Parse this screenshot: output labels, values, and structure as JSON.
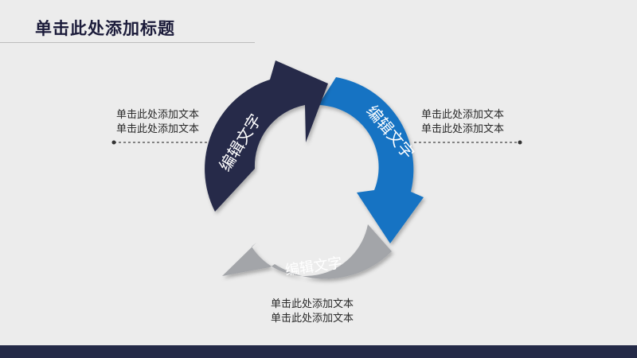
{
  "title": "单击此处添加标题",
  "segments": [
    {
      "label": "编辑文字",
      "color": "#252b48"
    },
    {
      "label": "编辑文字",
      "color": "#1473c3"
    },
    {
      "label": "编辑文字",
      "color": "#a3a5a9"
    }
  ],
  "notes": {
    "left": [
      "单击此处添加文本",
      "单击此处添加文本"
    ],
    "right": [
      "单击此处添加文本",
      "单击此处添加文本"
    ],
    "bottom": [
      "单击此处添加文本",
      "单击此处添加文本"
    ]
  },
  "colors": {
    "background": "#ececec",
    "footer": "#242a47",
    "connector": "#444444"
  }
}
